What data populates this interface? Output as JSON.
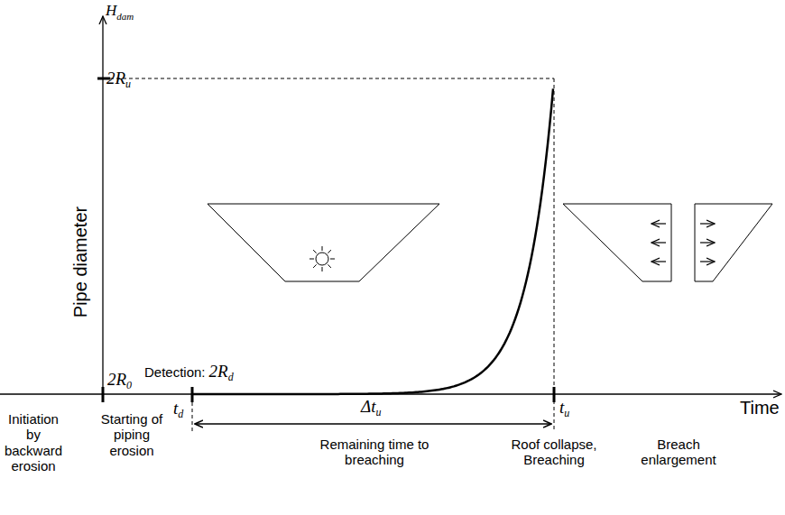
{
  "diagram": {
    "labels": [
      "H",
      "dam",
      "Pipe diameter",
      "2R",
      "u",
      "2R",
      "0",
      "Detection:",
      "2R",
      "d",
      "t",
      "d",
      "Δt",
      "u",
      "Remaining time to breaching",
      "t",
      "u",
      "Roof collapse, Breaching",
      "Time",
      "Initiation by backward erosion",
      "Starting of piping erosion",
      "Breach enlargement"
    ]
  }
}
